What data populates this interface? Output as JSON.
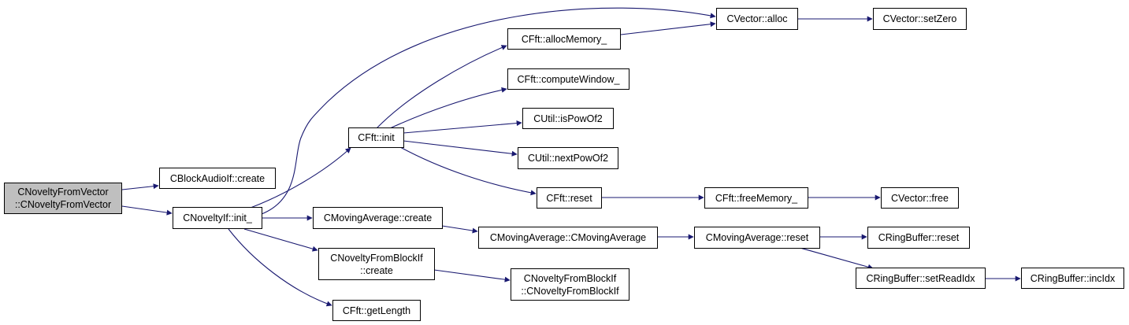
{
  "graph": {
    "edge_color": "#191970",
    "root_fill": "#bfbfbf",
    "nodes": {
      "root": {
        "line1": "CNoveltyFromVector",
        "line2": "::CNoveltyFromVector"
      },
      "blockaudio_create": {
        "line1": "CBlockAudioIf::create"
      },
      "noveltyif_init": {
        "line1": "CNoveltyIf::init_"
      },
      "fft_init": {
        "line1": "CFft::init"
      },
      "vector_alloc": {
        "line1": "CVector::alloc"
      },
      "vector_setzero": {
        "line1": "CVector::setZero"
      },
      "fft_allocmemory": {
        "line1": "CFft::allocMemory_"
      },
      "fft_computewindow": {
        "line1": "CFft::computeWindow_"
      },
      "util_ispowof2": {
        "line1": "CUtil::isPowOf2"
      },
      "util_nextpowof2": {
        "line1": "CUtil::nextPowOf2"
      },
      "fft_reset": {
        "line1": "CFft::reset"
      },
      "fft_freememory": {
        "line1": "CFft::freeMemory_"
      },
      "vector_free": {
        "line1": "CVector::free"
      },
      "movingavg_create": {
        "line1": "CMovingAverage::create"
      },
      "movingavg_ctor": {
        "line1": "CMovingAverage::CMovingAverage"
      },
      "movingavg_reset": {
        "line1": "CMovingAverage::reset"
      },
      "ringbuffer_reset": {
        "line1": "CRingBuffer::reset"
      },
      "ringbuffer_setreadidx": {
        "line1": "CRingBuffer::setReadIdx"
      },
      "ringbuffer_incidx": {
        "line1": "CRingBuffer::incIdx"
      },
      "noveltyblock_create": {
        "line1": "CNoveltyFromBlockIf",
        "line2": "::create"
      },
      "noveltyblock_ctor": {
        "line1": "CNoveltyFromBlockIf",
        "line2": "::CNoveltyFromBlockIf"
      },
      "fft_getlength": {
        "line1": "CFft::getLength"
      }
    }
  }
}
